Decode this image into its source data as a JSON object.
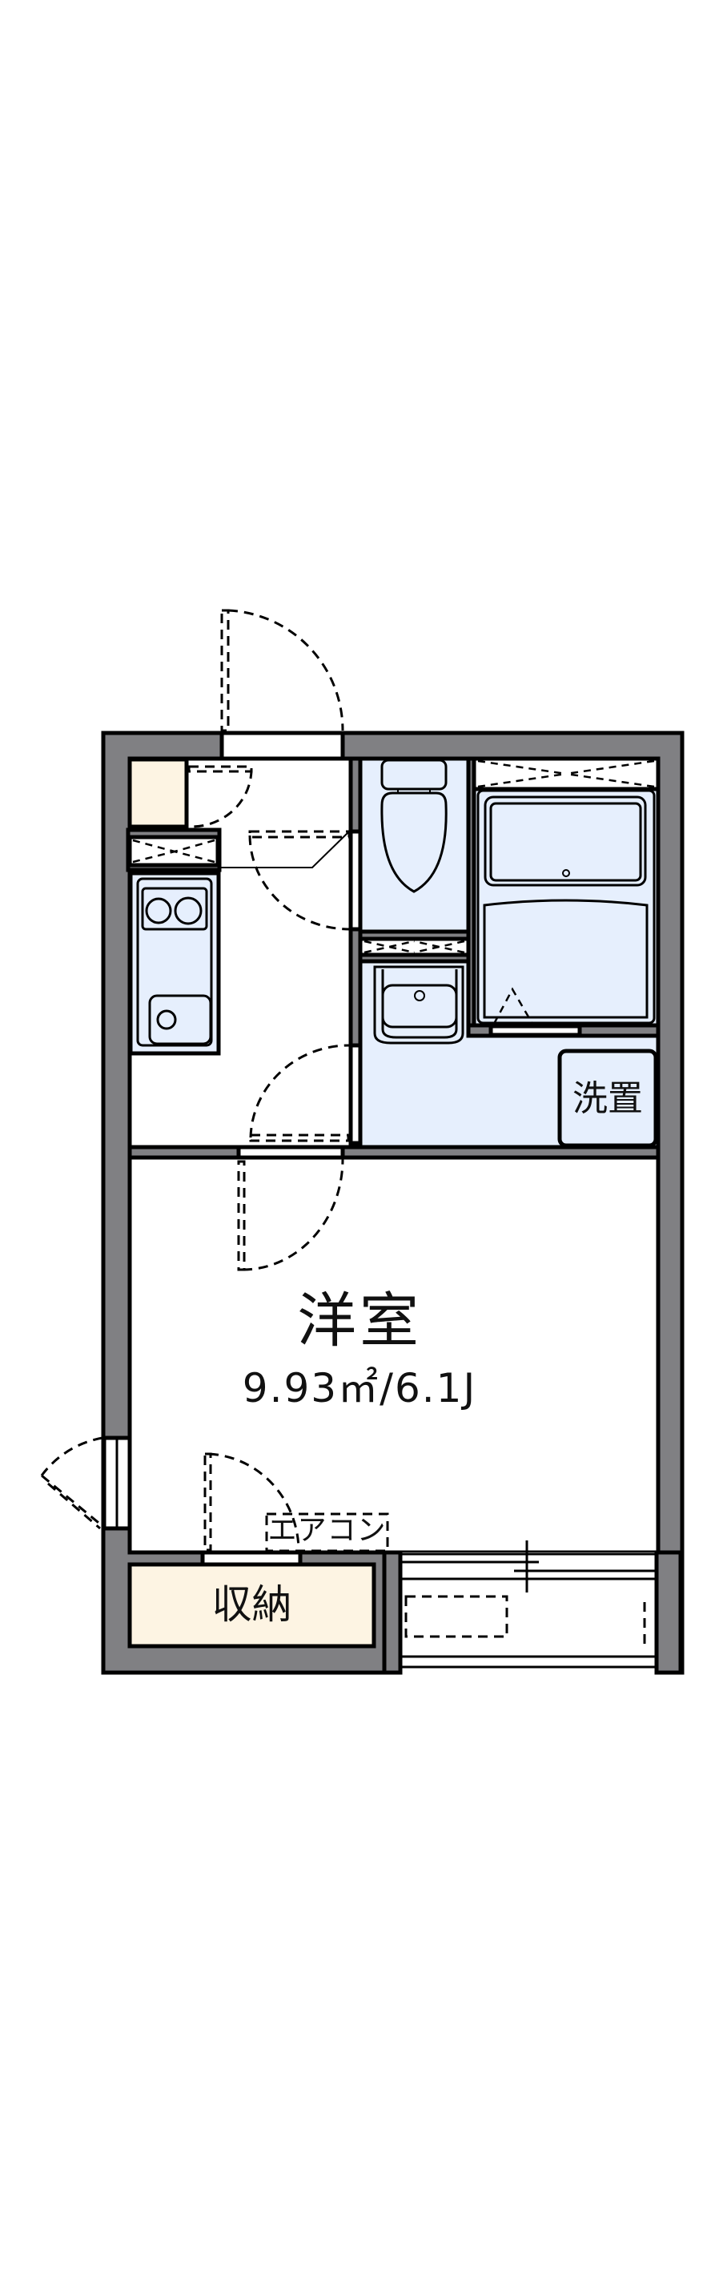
{
  "floorplan": {
    "colors": {
      "wall": "#808083",
      "wet_area": "#e6effd",
      "storage": "#fdf4e3",
      "line": "#000000",
      "background": "#ffffff"
    },
    "rooms": {
      "main_room": {
        "name": "洋室",
        "area": "9.93㎡/6.1J"
      },
      "washer_space": {
        "label": "洗置"
      },
      "storage": {
        "label": "収納"
      },
      "air_conditioner": {
        "label": "エアコン"
      }
    },
    "icons": [
      "entrance-door-icon",
      "shoe-cabinet-icon",
      "kitchen-stove-icon",
      "kitchen-sink-icon",
      "toilet-icon",
      "washbasin-icon",
      "bathtub-icon",
      "washing-machine-space-icon",
      "air-conditioner-icon",
      "outdoor-unit-icon",
      "sliding-window-icon",
      "balcony-icon"
    ]
  }
}
